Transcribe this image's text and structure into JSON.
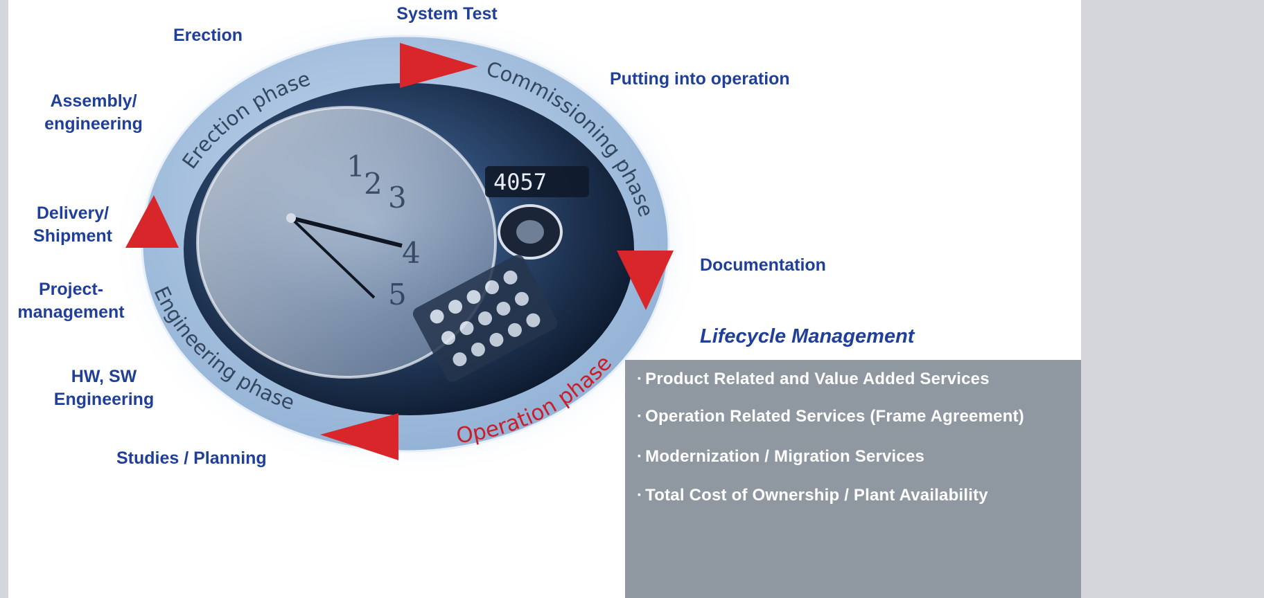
{
  "steps": {
    "system_test": "System Test",
    "erection": "Erection",
    "putting_into_operation": "Putting into operation",
    "assembly_line1": "Assembly/",
    "assembly_line2": "engineering",
    "delivery_line1": "Delivery/",
    "delivery_line2": "Shipment",
    "project_line1": "Project-",
    "project_line2": "management",
    "hwsw_line1": "HW, SW",
    "hwsw_line2": "Engineering",
    "studies": "Studies / Planning",
    "documentation": "Documentation"
  },
  "phases": {
    "erection": "Erection phase",
    "commissioning": "Commissioning phase",
    "engineering": "Engineering phase",
    "operation": "Operation phase"
  },
  "clock_display": "4057",
  "lifecycle": {
    "title": "Lifecycle Management",
    "bullet": "▪",
    "items": [
      "Product Related and Value Added Services",
      "Operation Related Services (Frame Agreement)",
      "Modernization / Migration Services",
      "Total Cost of Ownership / Plant Availability"
    ]
  },
  "colors": {
    "label": "#1f3f99",
    "ring": "#a9c4e2",
    "arrow": "#d8262a",
    "operation_text": "#c8202a",
    "panel": "#8f98a0"
  }
}
